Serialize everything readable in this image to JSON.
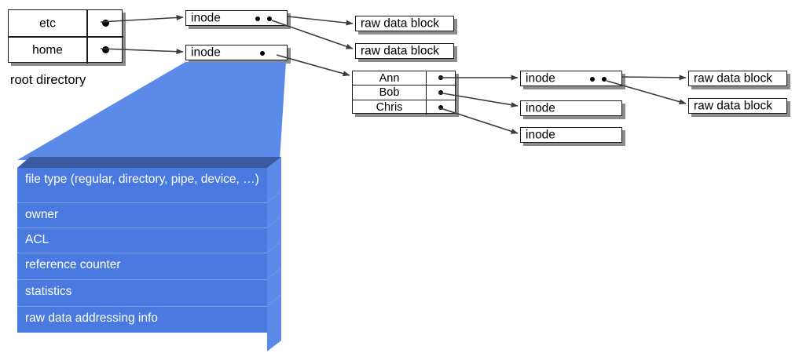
{
  "diagram": {
    "title_hidden": "",
    "root_directory": {
      "label": "root directory",
      "entries": [
        {
          "name": "etc",
          "pointer": "pointer-dot"
        },
        {
          "name": "home",
          "pointer": "pointer-dot"
        }
      ]
    },
    "home_directory": {
      "entries": [
        {
          "name": "Ann",
          "pointer": "pointer-dot"
        },
        {
          "name": "Bob",
          "pointer": "pointer-dot"
        },
        {
          "name": "Chris",
          "pointer": "pointer-dot"
        }
      ]
    },
    "inodes": [
      {
        "id": "inode-etc",
        "label": "inode",
        "pointers": 2
      },
      {
        "id": "inode-home",
        "label": "inode",
        "pointers": 1
      },
      {
        "id": "inode-ann",
        "label": "inode",
        "pointers": 2
      },
      {
        "id": "inode-bob",
        "label": "inode",
        "pointers": 0
      },
      {
        "id": "inode-chris",
        "label": "inode",
        "pointers": 0
      }
    ],
    "data_blocks": [
      {
        "id": "etc-block-1",
        "label": "raw data block"
      },
      {
        "id": "etc-block-2",
        "label": "raw data block"
      },
      {
        "id": "ann-block-1",
        "label": "raw data block"
      },
      {
        "id": "ann-block-2",
        "label": "raw data block"
      }
    ],
    "inode_detail_stack": {
      "fields": [
        "file type (regular, directory, pipe, device, …)",
        "owner",
        "ACL",
        "reference counter",
        "statistics",
        "raw data addressing info"
      ]
    },
    "colors": {
      "stack_front": "#4a7ae0",
      "stack_side": "#5b8ae8",
      "stack_top": "#3b5a9f",
      "funnel": "#5b8ae8",
      "line": "#3c3c3c",
      "box_border": "#1a1a1a",
      "text": "#000000",
      "stack_text": "#ffffff"
    }
  }
}
